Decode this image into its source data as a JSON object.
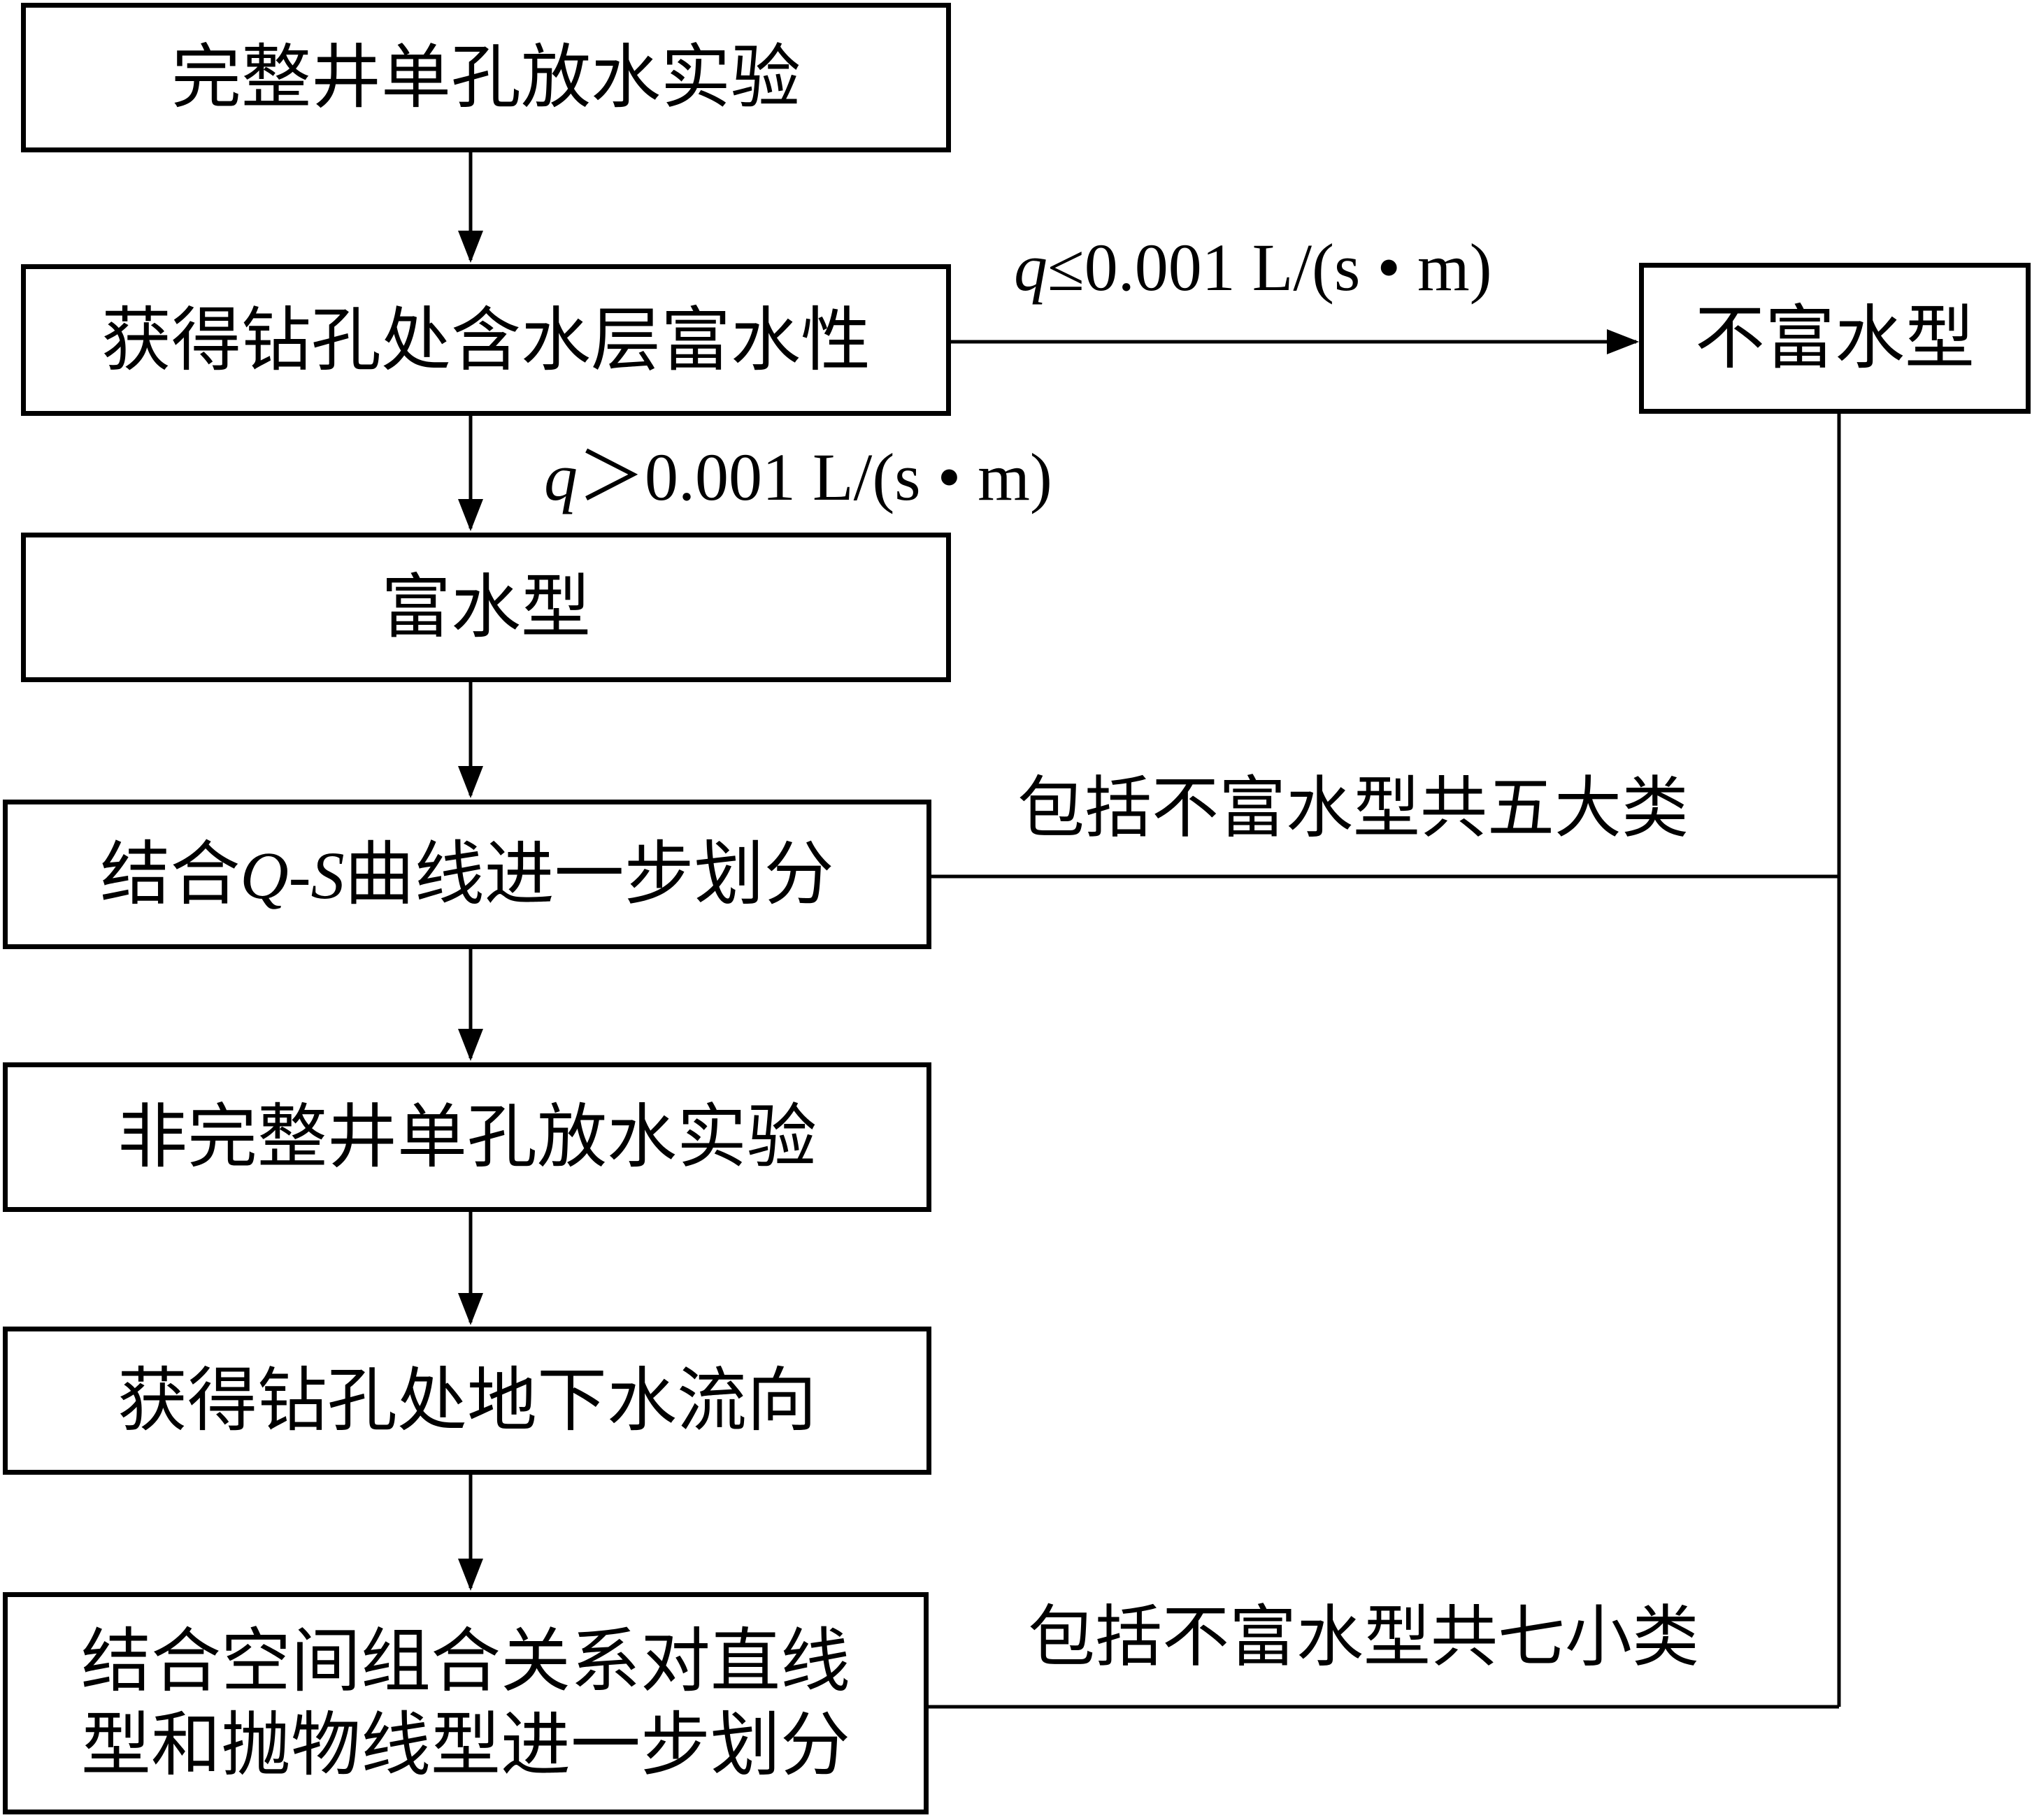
{
  "boxes": {
    "b1": "完整井单孔放水实验",
    "b2": "获得钻孔处含水层富水性",
    "b3": "富水型",
    "b4_pre": "结合",
    "b4_var1": "Q",
    "b4_dash": "-",
    "b4_var2": "S",
    "b4_post": "曲线进一步划分",
    "b5": "非完整井单孔放水实验",
    "b6": "获得钻孔处地下水流向",
    "b7_line1": "结合空间组合关系对直线",
    "b7_line2": "型和抛物线型进一步划分",
    "side": "不富水型"
  },
  "conditions": {
    "le_var": "q",
    "le_op": "≤",
    "le_value": "0.001 L/(s • m)",
    "gt_var": "q",
    "gt_op": "＞",
    "gt_value": "0.001 L/(s • m)"
  },
  "annotations": {
    "five": "包括不富水型共五大类",
    "seven": "包括不富水型共七小类"
  }
}
